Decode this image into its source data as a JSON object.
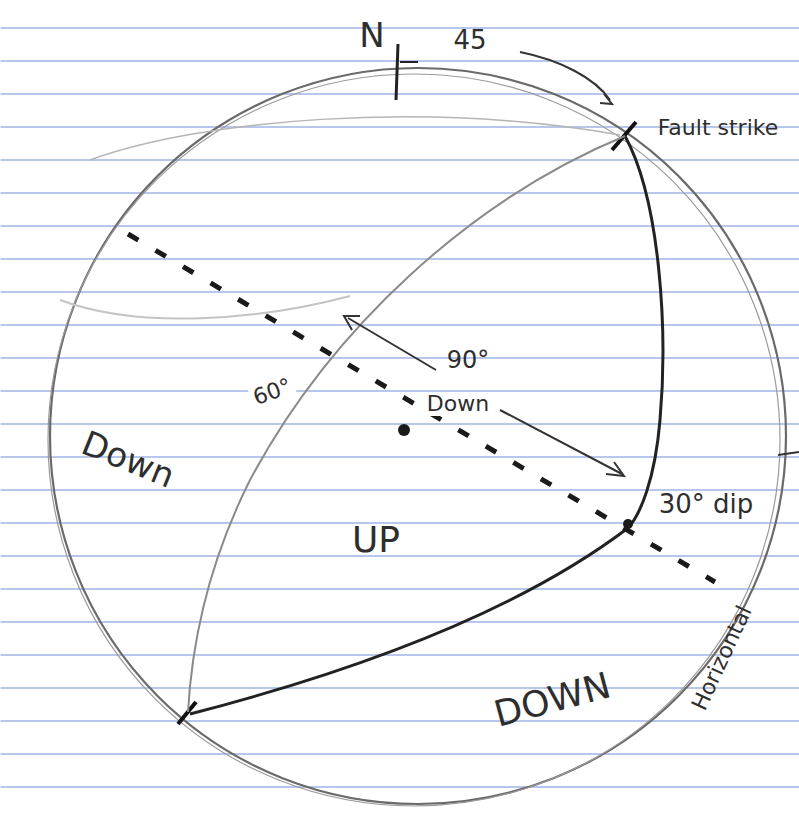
{
  "diagram": {
    "labels": [
      "N",
      "45",
      "Fault strike",
      "90°",
      "60°",
      "Down",
      "Down",
      "UP",
      "30° dip",
      "DOWN",
      "Horizontal"
    ]
  }
}
